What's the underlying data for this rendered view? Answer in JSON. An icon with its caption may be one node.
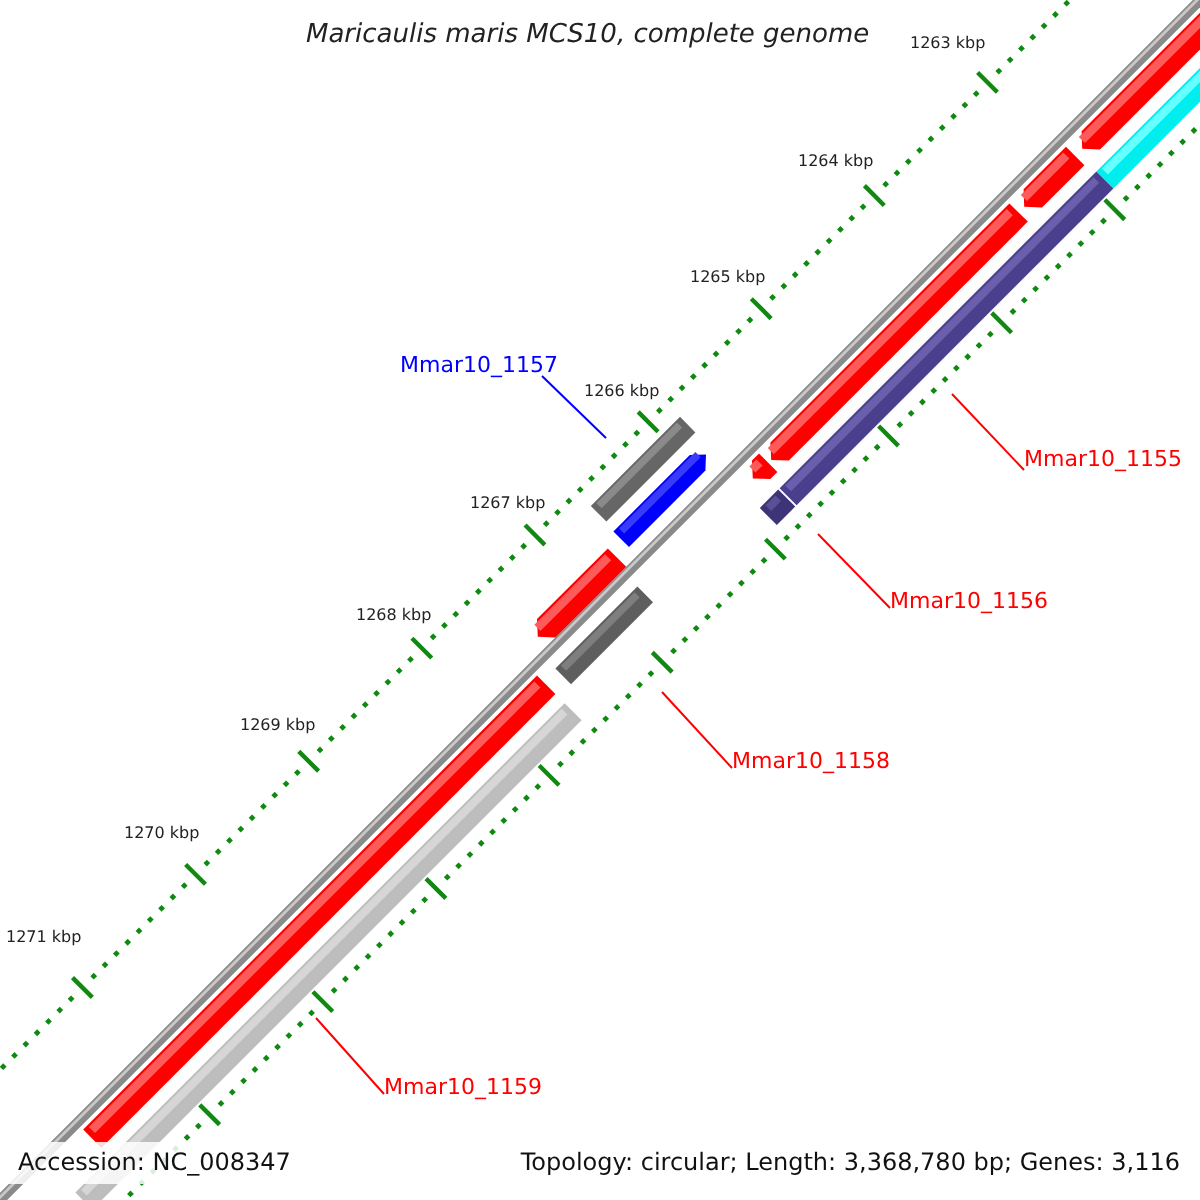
{
  "diagram": {
    "title": "Maricaulis maris MCS10, complete genome",
    "nodes": [
      {
        "text": [
          "Mmar10_1157"
        ]
      },
      {
        "text": [],
        "shape": "bar"
      },
      {
        "text": [
          "Mmar10_1155"
        ]
      },
      {
        "text": [],
        "shape": "bar"
      },
      {
        "text": [
          "Mmar10_1156"
        ]
      },
      {
        "text": [],
        "shape": "bar"
      },
      {
        "text": [
          "Mmar10_1158"
        ]
      },
      {
        "text": [],
        "shape": "bar"
      },
      {
        "text": [
          "Mmar10_1159"
        ]
      },
      {
        "text": [],
        "shape": "bar"
      }
    ],
    "edges": [
      {
        "from": 0,
        "to": 1,
        "arrow": "none",
        "color": "#0000ff"
      },
      {
        "from": 2,
        "to": 3,
        "arrow": "none"
      },
      {
        "from": 4,
        "to": 5,
        "arrow": "none"
      },
      {
        "from": 6,
        "to": 7,
        "arrow": "none"
      },
      {
        "from": 8,
        "to": 9,
        "arrow": "none"
      }
    ],
    "labels": [
      "1263 kbp",
      "1264 kbp",
      "1265 kbp",
      "1266 kbp",
      "1267 kbp",
      "1268 kbp",
      "1269 kbp",
      "1270 kbp",
      "1271 kbp",
      "Accession: NC_008347",
      "Topology: circular; Length: 3,368,780 bp; Genes: 3,116"
    ]
  }
}
